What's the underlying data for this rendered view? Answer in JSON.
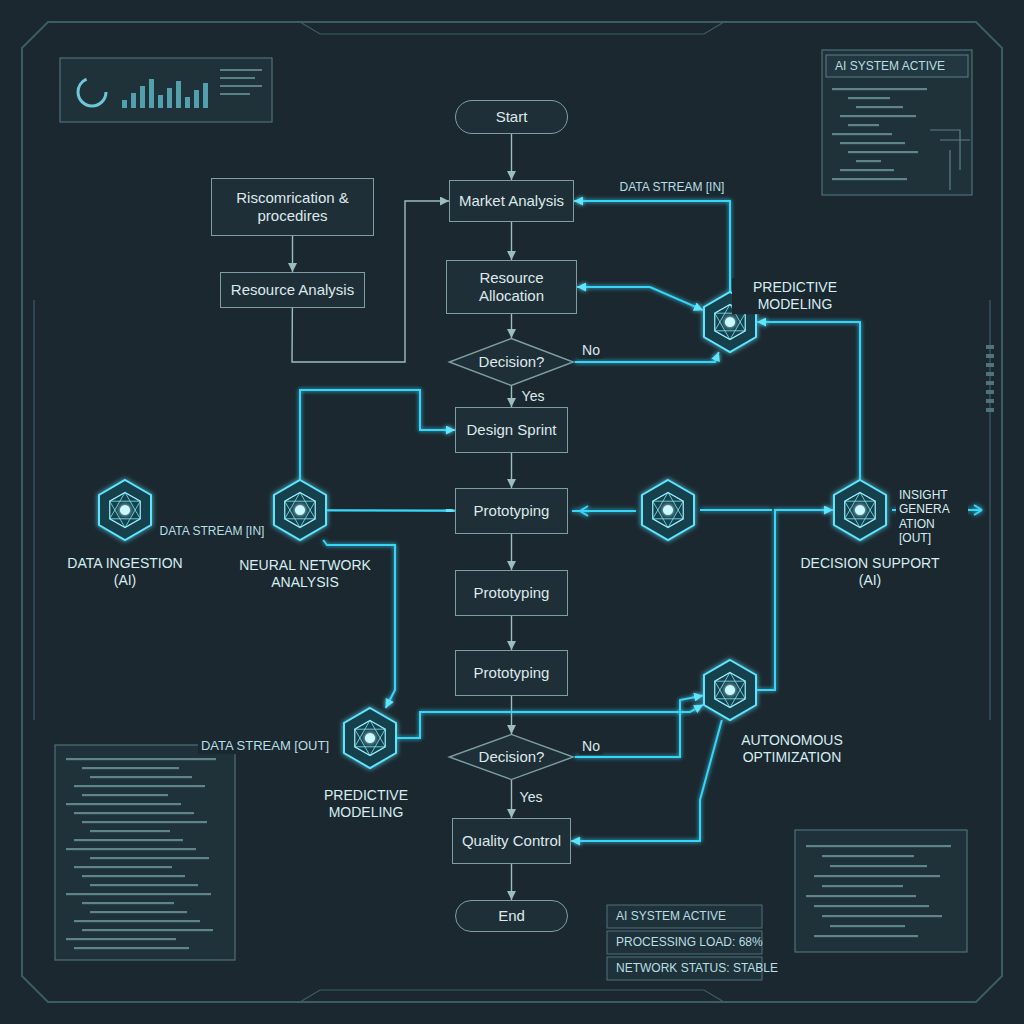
{
  "diagram": {
    "nodes": [
      {
        "text": [
          "Start"
        ]
      },
      {
        "text": [
          "Riscomrication & procedires"
        ]
      },
      {
        "text": [
          "Market Analysis"
        ]
      },
      {
        "text": [
          "Resource Analysis"
        ]
      },
      {
        "text": [
          "Resource Allocation"
        ]
      },
      {
        "text": [
          "PREDICTIVE MODELING"
        ]
      },
      {
        "text": [
          "Decision?"
        ]
      },
      {
        "text": [
          "Design Sprint"
        ]
      },
      {
        "text": [
          "DATA INGESTION (AI)"
        ]
      },
      {
        "text": [
          "NEURAL NETWORK ANALYSIS"
        ]
      },
      {
        "text": [
          "Prototyping"
        ]
      },
      {
        "text": [
          "DECISION SUPPORT (AI)"
        ]
      },
      {
        "text": [
          "Prototyping"
        ]
      },
      {
        "text": [
          "Prototyping"
        ]
      },
      {
        "text": [
          "AUTONOMOUS OPTIMIZATION"
        ]
      },
      {
        "text": [
          "PREDICTIVE MODELING"
        ]
      },
      {
        "text": [
          "Decision?"
        ]
      },
      {
        "text": [
          "Quality Control"
        ]
      },
      {
        "text": [
          "End"
        ]
      }
    ],
    "edges": [
      {
        "from": 0,
        "to": 2,
        "arrow": "to"
      },
      {
        "from": 2,
        "to": 4,
        "arrow": "to"
      },
      {
        "from": 4,
        "to": 6,
        "arrow": "to"
      },
      {
        "from": 6,
        "to": 7,
        "label": "Yes",
        "arrow": "to"
      },
      {
        "from": 7,
        "to": 10,
        "arrow": "to"
      },
      {
        "from": 10,
        "to": 12,
        "arrow": "to"
      },
      {
        "from": 12,
        "to": 13,
        "arrow": "to"
      },
      {
        "from": 13,
        "to": 16,
        "arrow": "to"
      },
      {
        "from": 16,
        "to": 17,
        "label": "Yes",
        "arrow": "to"
      },
      {
        "from": 17,
        "to": 18,
        "arrow": "to"
      },
      {
        "from": 1,
        "to": 3,
        "arrow": "to"
      },
      {
        "from": 3,
        "to": 2,
        "arrow": "to"
      },
      {
        "from": 6,
        "to": 5,
        "label": "No",
        "arrow": "to"
      },
      {
        "from": 5,
        "to": 2,
        "label": "DATA STREAM [IN]",
        "arrow": "to"
      },
      {
        "from": 5,
        "to": 4,
        "arrow": "both"
      },
      {
        "from": 8,
        "to": 9,
        "label": "DATA STREAM [IN]",
        "arrow": "to"
      },
      {
        "from": 9,
        "to": 10,
        "arrow": "to"
      },
      {
        "from": 9,
        "to": 7,
        "arrow": "to"
      },
      {
        "from": 9,
        "to": 15,
        "arrow": "to"
      },
      {
        "from": 15,
        "to": 14,
        "arrow": "to"
      },
      {
        "from": 14,
        "to": 5,
        "arrow": "to"
      },
      {
        "from": 14,
        "to": 11,
        "arrow": "to"
      },
      {
        "from": 11,
        "to": 5,
        "arrow": "to"
      },
      {
        "from": 14,
        "to": 17,
        "arrow": "to"
      },
      {
        "from": 16,
        "to": 14,
        "label": "No",
        "arrow": "to"
      }
    ],
    "labels": [
      "AI SYSTEM ACTIVE",
      "DATA STREAM [OUT]",
      "INSIGHT GENERA ATION [OUT]",
      "AI SYSTEM ACTIVE",
      "PROCESSING LOAD: 68%",
      "NETWORK STATUS: STABLE"
    ]
  }
}
